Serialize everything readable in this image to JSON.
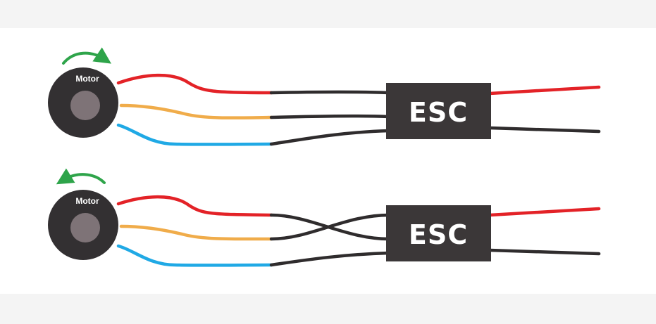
{
  "colors": {
    "background": "#f4f4f4",
    "panel": "#ffffff",
    "motor_body": "#333032",
    "motor_hub": "#7e7377",
    "esc_body": "#3b3738",
    "wire_red": "#e32227",
    "wire_orange": "#f0ac4a",
    "wire_blue": "#20a9e5",
    "wire_black": "#2f2c2d",
    "arrow_green": "#2ea44a"
  },
  "diagrams": [
    {
      "motor_label": "Motor",
      "esc_label": "ESC",
      "rotation": "clockwise",
      "arrow_icon": "clockwise-arrow",
      "wiring": "straight"
    },
    {
      "motor_label": "Motor",
      "esc_label": "ESC",
      "rotation": "counterclockwise",
      "arrow_icon": "counterclockwise-arrow",
      "wiring": "two wires crossed"
    }
  ]
}
